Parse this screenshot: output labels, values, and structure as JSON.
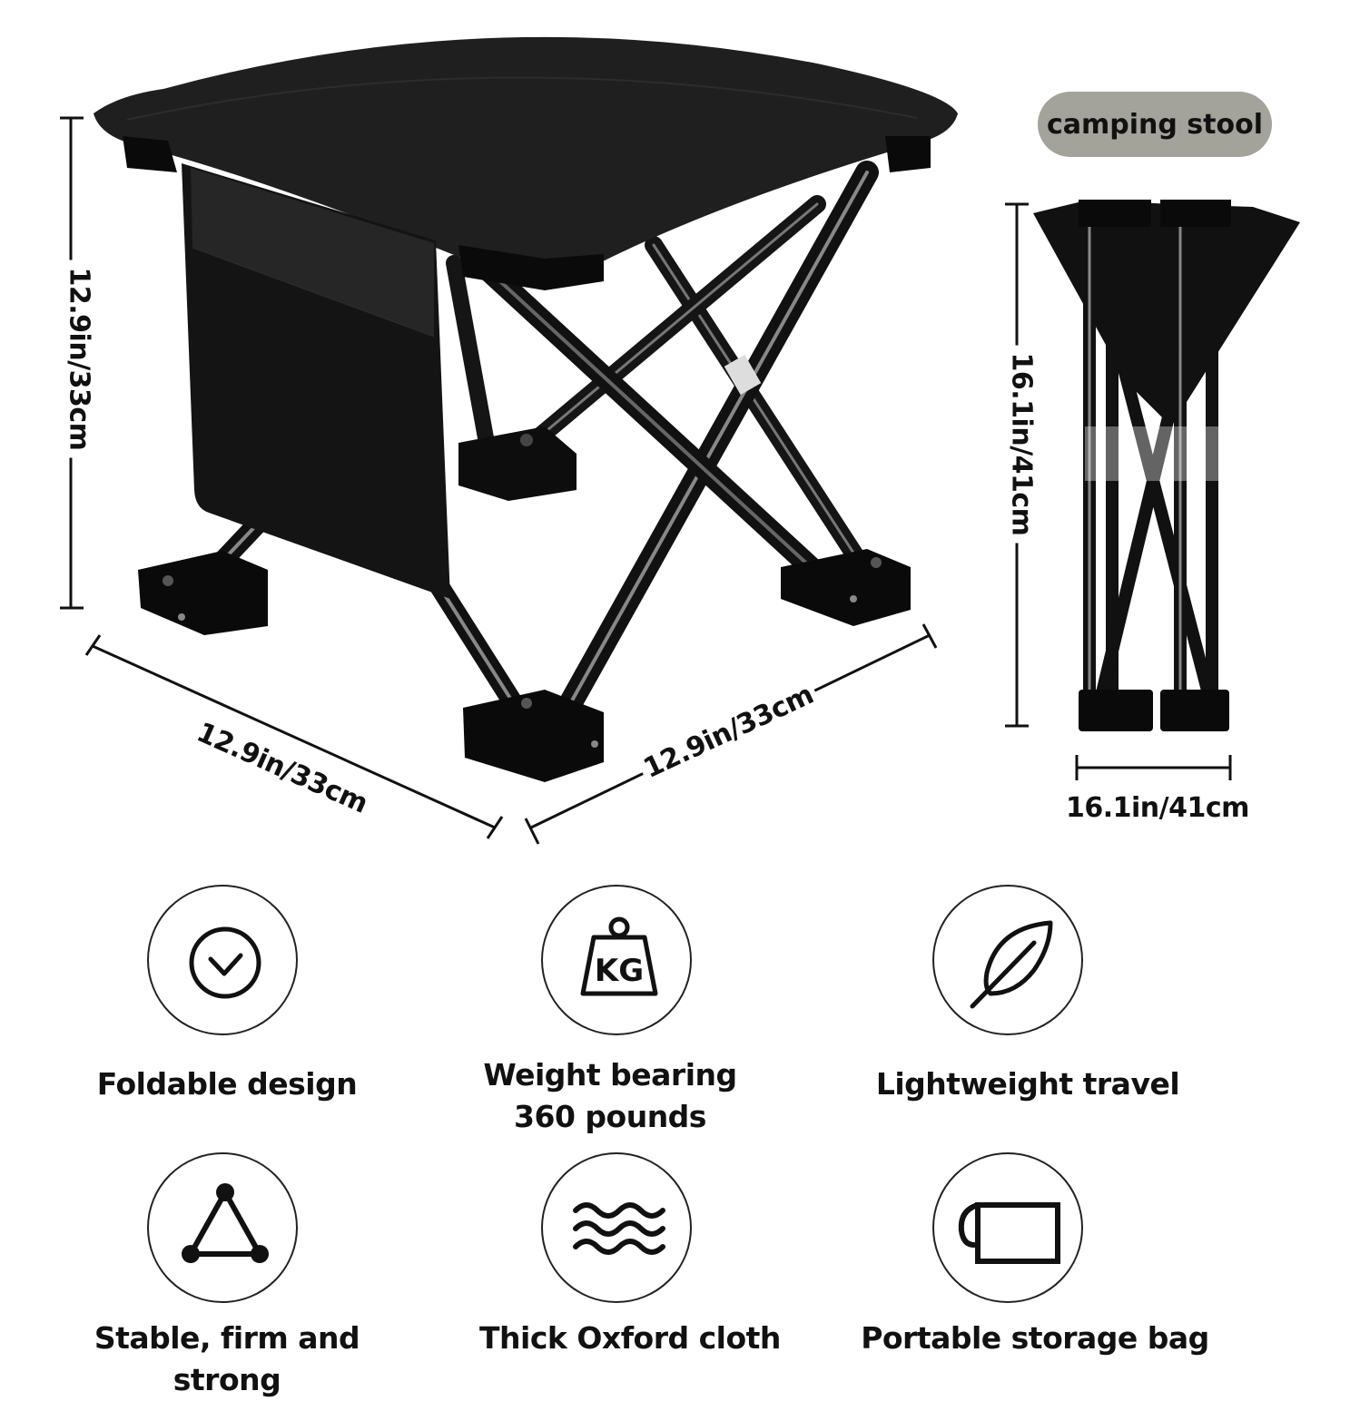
{
  "badge": {
    "label": "camping stool"
  },
  "dimensions": {
    "height_open": "12.9in/33cm",
    "width_left": "12.9in/33cm",
    "width_right": "12.9in/33cm",
    "height_folded": "16.1in/41cm",
    "width_folded": "16.1in/41cm"
  },
  "features": [
    {
      "icon": "checkmark-circle-icon",
      "label": "Foldable design"
    },
    {
      "icon": "kg-weight-icon",
      "label_line1": "Weight bearing",
      "label_line2": "360 pounds"
    },
    {
      "icon": "feather-icon",
      "label": "Lightweight travel"
    },
    {
      "icon": "triangle-nodes-icon",
      "label": "Stable, firm and strong"
    },
    {
      "icon": "waves-icon",
      "label": "Thick Oxford cloth"
    },
    {
      "icon": "storage-bag-icon",
      "label": "Portable storage bag"
    }
  ],
  "colors": {
    "badge_bg": "#a3a39b",
    "stool": "#111111",
    "text": "#111111"
  }
}
